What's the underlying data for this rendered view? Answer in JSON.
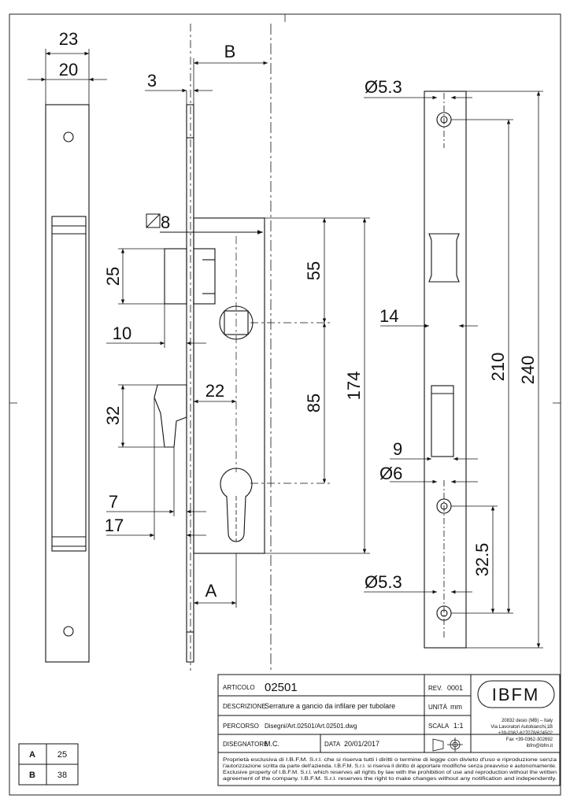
{
  "dimensions": {
    "d23": "23",
    "d20": "20",
    "d3": "3",
    "dB": "B",
    "d8": "8",
    "d25": "25",
    "d10": "10",
    "d32": "32",
    "d22": "22",
    "d7": "7",
    "d17": "17",
    "dA": "A",
    "d55": "55",
    "d85": "85",
    "d174": "174",
    "d5_3_top": "Ø5.3",
    "d14": "14",
    "d9": "9",
    "d6": "Ø6",
    "d5_3_bot": "Ø5.3",
    "d32_5": "32.5",
    "d210": "210",
    "d240": "240"
  },
  "title_block": {
    "articolo_label": "ARTICOLO",
    "articolo": "02501",
    "rev_label": "REV.",
    "rev": "0001",
    "logo": "IBFM",
    "descrizione_label": "DESCRIZIONE",
    "descrizione": "Serrature a gancio da infilare per tubolare",
    "unita_label": "UNITÀ",
    "unita": "mm",
    "percorso_label": "PERCORSO",
    "percorso": "Disegni/Art.02501/Art.02501.dwg",
    "scala_label": "SCALA",
    "scala": "1:1",
    "disegnatore_label": "DISEGNATORE",
    "disegnatore": "M.C.",
    "data_label": "DATA",
    "data": "20/01/2017",
    "address": [
      "20832 desio (MB) – Italy",
      "Via Lavoratori Autobianchi,1B",
      "+39-0362-627078/624502",
      "Fax +39-0362-302692",
      "ibfm@ibfm.it"
    ],
    "notice": [
      "Proprietà esclusiva di I.B.F.M. S.r.l. che si riserva tutti i diritti o termine di legge con divieto d'uso e riproduzione senza",
      "l'autorizzazione scritta da parte dell'azienda. I.B.F.M. S.r.l. si riserva il diritto di apportare modifiche senza preavviso e autonomamente.",
      "Exclusive property of I.B.F.M. S.r.l. which reserves all rights by law with the prohibition of use and reproduction without the written",
      "agreement of the company. I.B.F.M. S.r.l. reserves the right to make changes without any notification and independently."
    ]
  },
  "ab_table": {
    "rows": [
      {
        "label": "A",
        "value": "25"
      },
      {
        "label": "B",
        "value": "38"
      }
    ]
  }
}
